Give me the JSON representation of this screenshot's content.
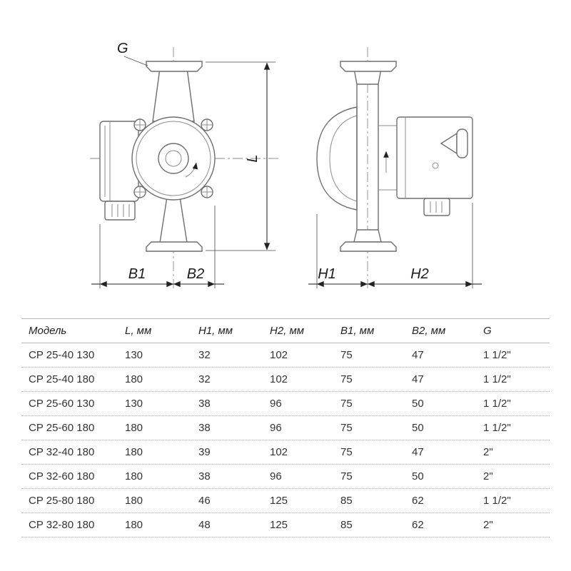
{
  "drawing": {
    "labels": {
      "g": "G",
      "l": "L",
      "b1": "B1",
      "b2": "B2",
      "h1": "H1",
      "h2": "H2"
    }
  },
  "table": {
    "headers": [
      "Модель",
      "L, мм",
      "H1, мм",
      "H2, мм",
      "B1, мм",
      "B2, мм",
      "G"
    ],
    "rows": [
      [
        "CP 25-40 130",
        "130",
        "32",
        "102",
        "75",
        "47",
        "1 1/2\""
      ],
      [
        "CP 25-40 180",
        "180",
        "32",
        "102",
        "75",
        "47",
        "1 1/2\""
      ],
      [
        "CP 25-60 130",
        "130",
        "38",
        "96",
        "75",
        "50",
        "1 1/2\""
      ],
      [
        "CP 25-60 180",
        "180",
        "38",
        "96",
        "75",
        "50",
        "1 1/2\""
      ],
      [
        "CP 32-40 180",
        "180",
        "39",
        "102",
        "75",
        "47",
        "2\""
      ],
      [
        "CP 32-60 180",
        "180",
        "38",
        "96",
        "75",
        "50",
        "2\""
      ],
      [
        "CP 25-80 180",
        "180",
        "46",
        "125",
        "85",
        "62",
        "1 1/2\""
      ],
      [
        "CP 32-80 180",
        "180",
        "48",
        "125",
        "85",
        "62",
        "2\""
      ]
    ]
  }
}
